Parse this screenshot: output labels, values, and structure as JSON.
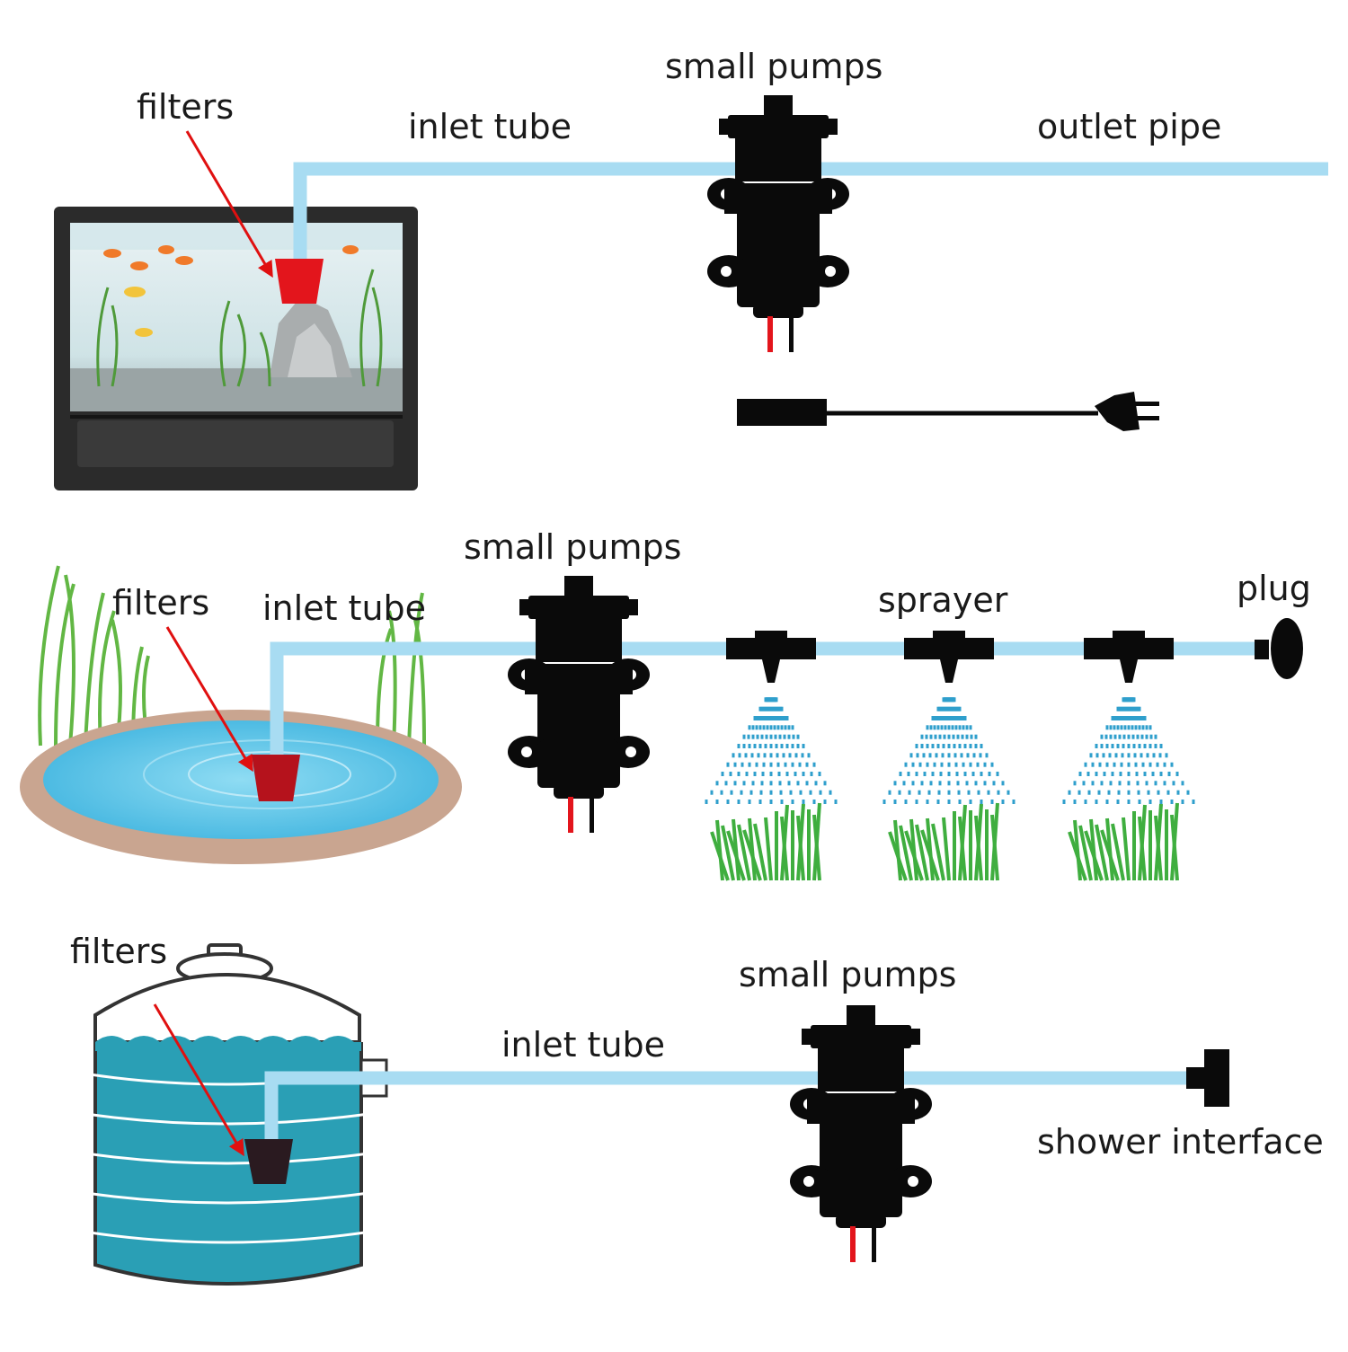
{
  "colors": {
    "tube": "#a8dcf2",
    "pump": "#0a0a0a",
    "filter": "#e3151c",
    "arrow": "#e01010",
    "water": "#5fc6e6",
    "tank_water": "#2a9fb5",
    "grass": "#3fae3f",
    "spray": "#2f9fcc"
  },
  "scene1": {
    "filter_label": "filters",
    "inlet_label": "inlet tube",
    "pump_label": "small pumps",
    "outlet_label": "outlet pipe"
  },
  "scene2": {
    "filter_label": "filters",
    "inlet_label": "inlet tube",
    "pump_label": "small pumps",
    "sprayer_label": "sprayer",
    "plug_label": "plug"
  },
  "scene3": {
    "filter_label": "filters",
    "inlet_label": "inlet tube",
    "pump_label": "small pumps",
    "shower_label": "shower interface"
  }
}
